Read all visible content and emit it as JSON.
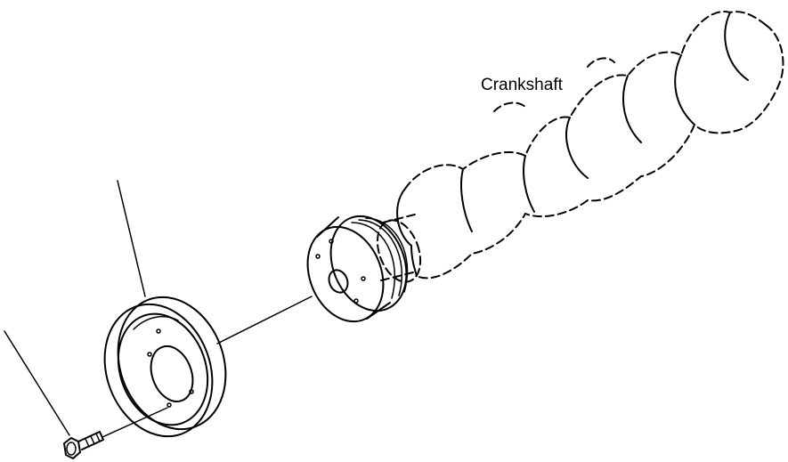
{
  "diagram": {
    "labels": {
      "crankshaft": "Crankshaft"
    },
    "parts": [
      "crankshaft",
      "crankshaft-gear",
      "crankshaft-pulley",
      "pulley-bolt"
    ],
    "colors": {
      "line": "#000000",
      "background": "#ffffff"
    }
  }
}
